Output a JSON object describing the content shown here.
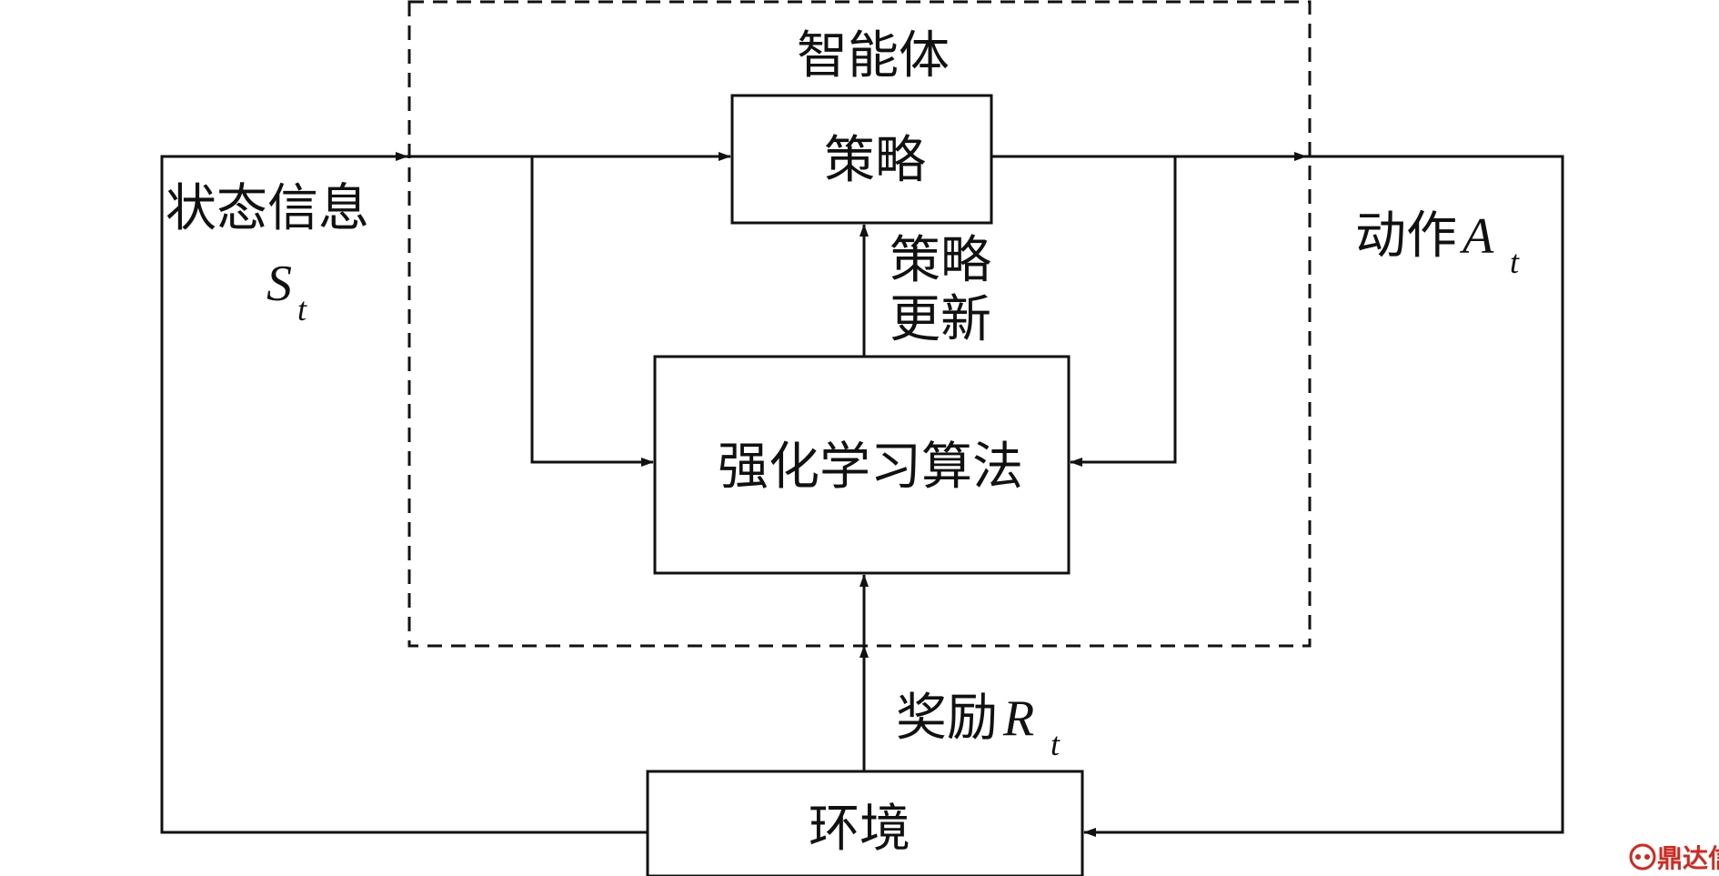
{
  "diagram": {
    "agent_title": "智能体",
    "policy_box": "策略",
    "policy_update": [
      "策略",
      "更新"
    ],
    "rl_box": "强化学习算法",
    "environment_box": "环境",
    "state_label": "状态信息",
    "state_symbol": "S",
    "state_sub": "t",
    "action_label": "动作",
    "action_symbol": "A",
    "action_sub": "t",
    "reward_label": "奖励",
    "reward_symbol": "R",
    "reward_sub": "t"
  },
  "watermark": {
    "text": "鼎达信",
    "color": "#d9261c"
  }
}
